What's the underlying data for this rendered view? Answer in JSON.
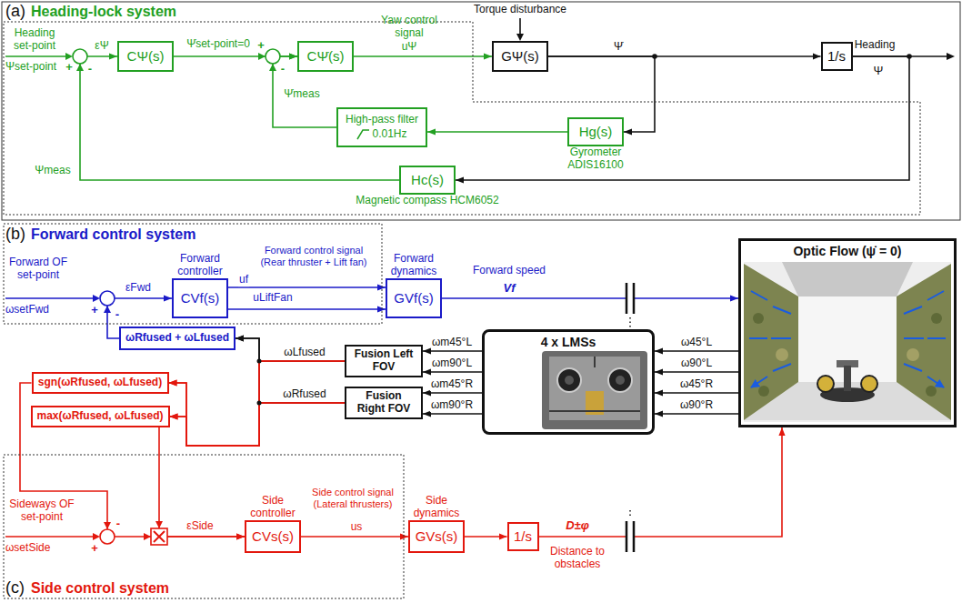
{
  "diagram": {
    "nodes": [
      {
        "text": [
          "CΨ(s)"
        ]
      },
      {
        "text": [
          "CΨ̇(s)"
        ]
      },
      {
        "text": [
          "GΨ(s)"
        ]
      },
      {
        "text": [
          "1/s"
        ]
      },
      {
        "text": [
          "High-pass filter",
          "0.01Hz"
        ]
      },
      {
        "text": [
          "Hg(s)",
          "Gyrometer ADIS16100"
        ]
      },
      {
        "text": [
          "Hc(s)",
          "Magnetic compass HCM6052"
        ]
      },
      {
        "text": [
          "Forward controller",
          "CVf(s)"
        ]
      },
      {
        "text": [
          "Forward dynamics",
          "GVf(s)"
        ]
      },
      {
        "text": [
          "ωRfused + ωLfused"
        ]
      },
      {
        "text": [
          "4 x LMSs"
        ]
      },
      {
        "text": [
          "Optic Flow (ψ̇ = 0)"
        ]
      },
      {
        "text": [
          "Fusion Left FOV"
        ]
      },
      {
        "text": [
          "Fusion Right FOV"
        ]
      },
      {
        "text": [
          "sgn(ωRfused, ωLfused)"
        ]
      },
      {
        "text": [
          "max(ωRfused, ωLfused)"
        ]
      },
      {
        "text": [
          "Side controller",
          "CVs(s)"
        ]
      },
      {
        "text": [
          "Side dynamics",
          "GVs(s)"
        ]
      },
      {
        "text": [
          "1/s"
        ]
      }
    ],
    "edges": [
      {
        "from": 0,
        "to": 1,
        "arrow": "to",
        "label": "Ψ̇set-point=0"
      },
      {
        "from": 1,
        "to": 2,
        "arrow": "to",
        "label": "uΨ"
      },
      {
        "from": 2,
        "to": 3,
        "arrow": "to",
        "label": "Ψ̇"
      },
      {
        "from": 2,
        "to": 5,
        "arrow": "to"
      },
      {
        "from": 5,
        "to": 4,
        "arrow": "to"
      },
      {
        "from": 4,
        "to": 1,
        "arrow": "to",
        "label": "Ψ̇meas"
      },
      {
        "from": 3,
        "to": 6,
        "arrow": "to"
      },
      {
        "from": 6,
        "to": 0,
        "arrow": "to",
        "label": "Ψmeas"
      },
      {
        "from": 7,
        "to": 8,
        "arrow": "to",
        "label": "uf"
      },
      {
        "from": 7,
        "to": 8,
        "arrow": "to",
        "label": "uLiftFan"
      },
      {
        "from": 8,
        "to": 11,
        "arrow": "to",
        "label": "Vf"
      },
      {
        "from": 11,
        "to": 10,
        "arrow": "to",
        "label": "ω45°L"
      },
      {
        "from": 11,
        "to": 10,
        "arrow": "to",
        "label": "ω90°L"
      },
      {
        "from": 11,
        "to": 10,
        "arrow": "to",
        "label": "ω45°R"
      },
      {
        "from": 11,
        "to": 10,
        "arrow": "to",
        "label": "ω90°R"
      },
      {
        "from": 10,
        "to": 12,
        "arrow": "to",
        "label": "ωm45°L"
      },
      {
        "from": 10,
        "to": 12,
        "arrow": "to",
        "label": "ωm90°L"
      },
      {
        "from": 10,
        "to": 13,
        "arrow": "to",
        "label": "ωm45°R"
      },
      {
        "from": 10,
        "to": 13,
        "arrow": "to",
        "label": "ωm90°R"
      },
      {
        "from": 12,
        "to": 9,
        "arrow": "to",
        "label": "ωLfused"
      },
      {
        "from": 13,
        "to": 9,
        "arrow": "to",
        "label": "ωRfused"
      },
      {
        "from": 9,
        "to": 7,
        "arrow": "to"
      },
      {
        "from": 12,
        "to": 14,
        "arrow": "to"
      },
      {
        "from": 12,
        "to": 15,
        "arrow": "to"
      },
      {
        "from": 13,
        "to": 14,
        "arrow": "to"
      },
      {
        "from": 13,
        "to": 15,
        "arrow": "to"
      },
      {
        "from": 14,
        "to": 16,
        "arrow": "to"
      },
      {
        "from": 15,
        "to": 16,
        "arrow": "to"
      },
      {
        "from": 16,
        "to": 17,
        "arrow": "to",
        "label": "us"
      },
      {
        "from": 17,
        "to": 18,
        "arrow": "to"
      },
      {
        "from": 18,
        "to": 11,
        "arrow": "to",
        "label": "D±φ"
      }
    ],
    "labels": [
      "(a)",
      "Heading-lock system",
      "Heading set-point",
      "Ψset-point",
      "+",
      "-",
      "εΨ",
      "+",
      "-",
      "Yaw control signal",
      "Torque disturbance",
      "Heading",
      "Ψ",
      "(b)",
      "Forward control system",
      "Forward OF set-point",
      "ωsetFwd",
      "+",
      "-",
      "εFwd",
      "Forward control signal (Rear thruster + Lift fan)",
      "Forward speed",
      "(c)",
      "Side control system",
      "Sideways OF set-point",
      "ωsetSide",
      "+",
      "-",
      "εSide",
      "Side control signal (Lateral thrusters)",
      "Distance to obstacles"
    ]
  }
}
